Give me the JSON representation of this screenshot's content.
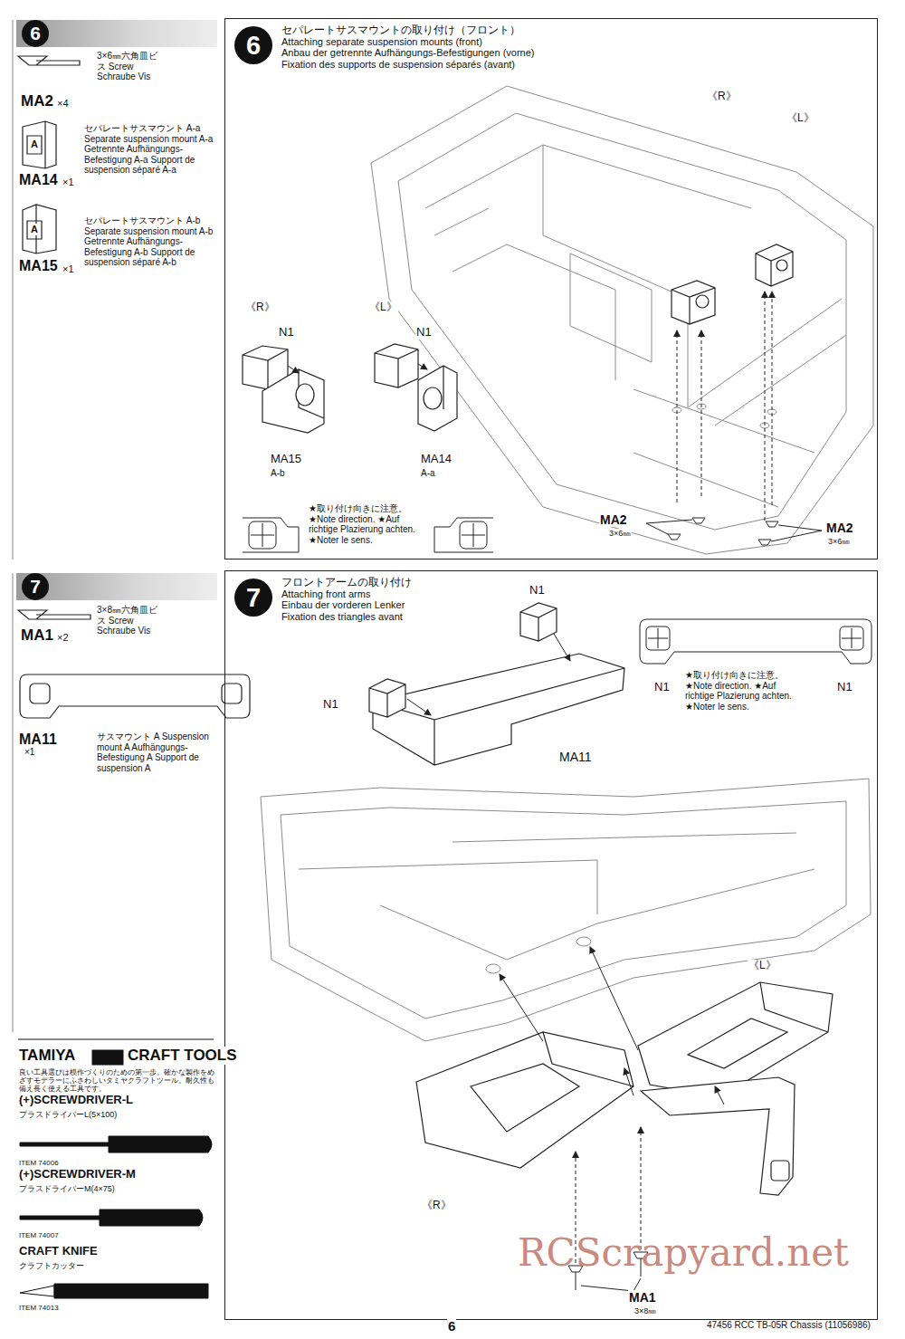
{
  "diagram": {
    "nodes": [
      {
        "text": [
          "6"
        ]
      },
      {
        "text": [
          "6",
          "セパレートサスマウントの取り付け（フロント）",
          "Attaching separate suspension mounts (front)",
          "Anbau der getrennte Aufhängungs-Befestigungen (vorne)",
          "Fixation des supports de suspension séparés (avant)"
        ]
      },
      {
        "text": [
          "7"
        ]
      },
      {
        "text": [
          "7",
          "フロントアームの取り付け",
          "Attaching front arms",
          "Einbau der vorderen Lenker",
          "Fixation des triangles avant"
        ]
      }
    ],
    "labels": [
      "MA2",
      "×4",
      "3×6㎜六角皿ビス Screw Schraube Vis",
      "A",
      "MA14",
      "×1",
      "セパレートサスマウント A-a Separate suspension mount A-a Getrennte Aufhängungs-Befestigung A-a Support de suspension séparé A-a",
      "A",
      "MA15",
      "×1",
      "セパレートサスマウント A-b Separate suspension mount A-b Getrennte Aufhängungs-Befestigung A-b Support de suspension séparé A-b",
      "《R》",
      "《L》",
      "《R》",
      "《L》",
      "N1",
      "N1",
      "MA15",
      "A-b",
      "MA14",
      "A-a",
      "★取り付け向きに注意。 ★Note direction. ★Auf richtige Plazierung achten. ★Noter le sens.",
      "MA2",
      "3×6㎜",
      "MA2",
      "3×6㎜",
      "MA1",
      "×2",
      "3×8㎜六角皿ビス Screw Schraube Vis",
      "MA11",
      "×1",
      "サスマウント A Suspension mount A Aufhängungs-Befestigung A Support de suspension A",
      "N1",
      "N1",
      "MA11",
      "N1",
      "N1",
      "★取り付け向きに注意。 ★Note direction. ★Auf richtige Plazierung achten. ★Noter le sens.",
      "《L》",
      "《R》",
      "MA1",
      "3×8㎜",
      "TAMIYA",
      "CRAFT TOOLS",
      "良い工具選びは模作づくりのための第一歩。確かな製作をめざすモデラーにふさわしいタミヤクラフトツール。耐久性も備え長く使える工具です。",
      "(+)SCREWDRIVER-L",
      "プラスドライバーL(5×100)",
      "ITEM 74006",
      "(+)SCREWDRIVER-M",
      "プラスドライバーM(4×75)",
      "ITEM 74007",
      "CRAFT KNIFE",
      "クラフトカッター",
      "ITEM 74013",
      "6",
      "47456 RCC TB-05R Chassis (11056986)",
      "RCScrapyard.net"
    ]
  }
}
